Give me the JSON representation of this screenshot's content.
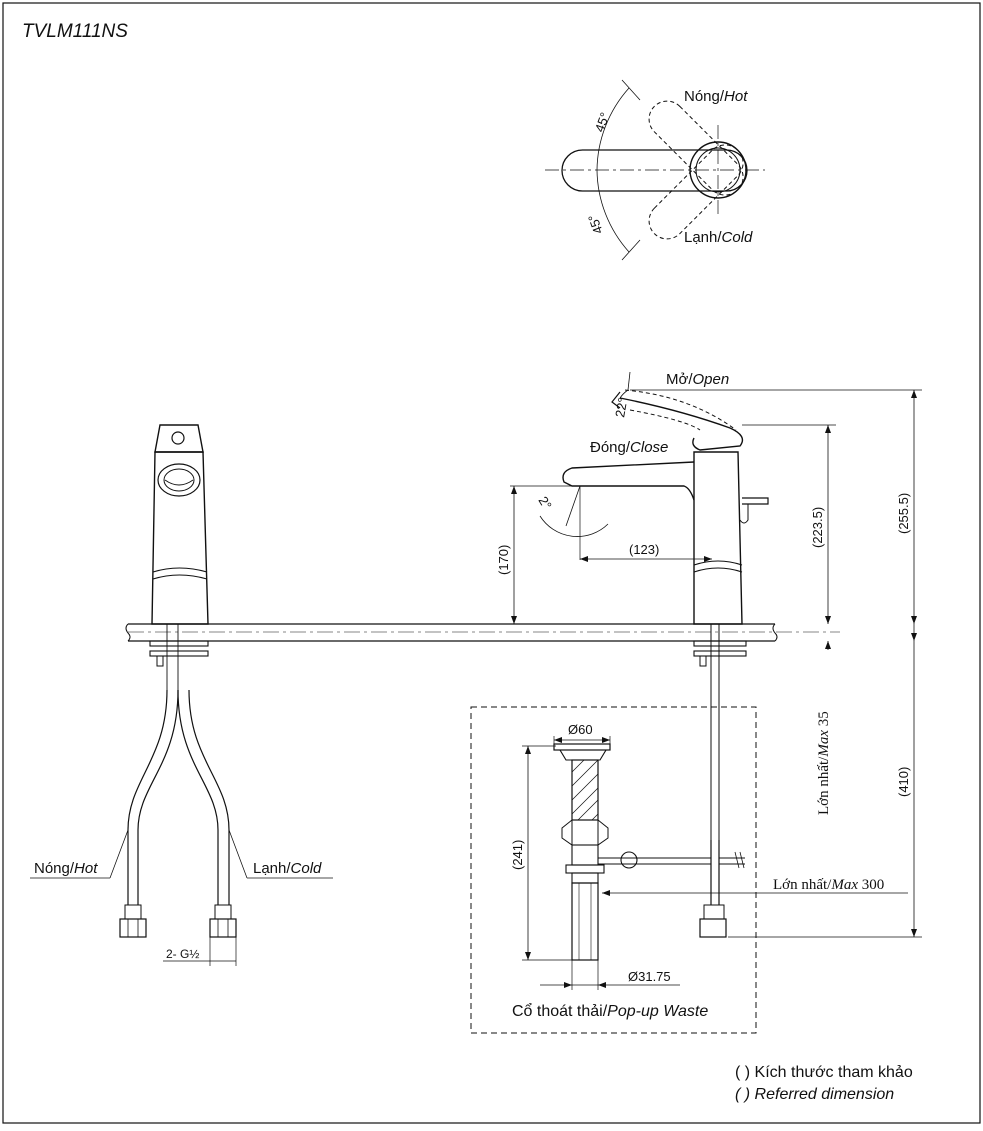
{
  "model_code": "TVLM111NS",
  "top_view": {
    "hot_label": "Nóng/",
    "hot_label_en": "Hot",
    "cold_label": "Lạnh/",
    "cold_label_en": "Cold",
    "angle_hot": "45°",
    "angle_cold": "45°"
  },
  "side_view": {
    "open_label": "Mở/",
    "open_label_en": "Open",
    "close_label": "Đóng/",
    "close_label_en": "Close",
    "handle_angle": "22°",
    "spout_angle": "2°",
    "spout_reach": "(123)",
    "spout_height": "(170)",
    "body_height": "(223.5)",
    "total_height": "(255.5)",
    "max_deck_prefix": "Lớn nhất/",
    "max_deck_en": "Max",
    "max_deck_value": "35",
    "below_deck": "(410)",
    "max_hose_prefix": "Lớn nhất/",
    "max_hose_en": "Max",
    "max_hose_value": "300"
  },
  "front_view": {
    "hot_label": "Nóng/",
    "hot_label_en": "Hot",
    "cold_label": "Lạnh/",
    "cold_label_en": "Cold",
    "thread_label": "2- G½"
  },
  "waste": {
    "top_diameter": "Ø60",
    "length": "(241)",
    "pipe_diameter": "Ø31.75",
    "caption_vi": "Cổ thoát thải/",
    "caption_en": "Pop-up Waste"
  },
  "legend": {
    "note_vi": "( ) Kích thước tham khảo",
    "note_en": "( ) Referred dimension"
  }
}
